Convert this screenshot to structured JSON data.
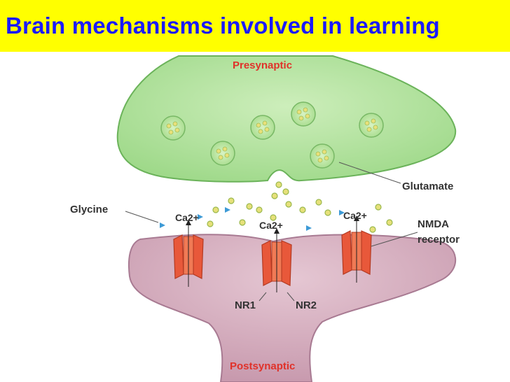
{
  "title": "Brain mechanisms involved in learning",
  "labels": {
    "presynaptic": "Presynaptic",
    "postsynaptic": "Postsynaptic",
    "glutamate": "Glutamate",
    "glycine": "Glycine",
    "ca_left": "Ca2+",
    "ca_center": "Ca2+",
    "ca_right": "Ca2+",
    "nmda": "NMDA",
    "receptor": "receptor",
    "nr1": "NR1",
    "nr2": "NR2"
  },
  "colors": {
    "title_background": "#ffff00",
    "title_text": "#1a1aff",
    "presynaptic_fill": "#b7e4a1",
    "postsynaptic_fill": "#d6b3c2",
    "receptor_fill": "#e8583a",
    "label_red": "#e0322a"
  }
}
